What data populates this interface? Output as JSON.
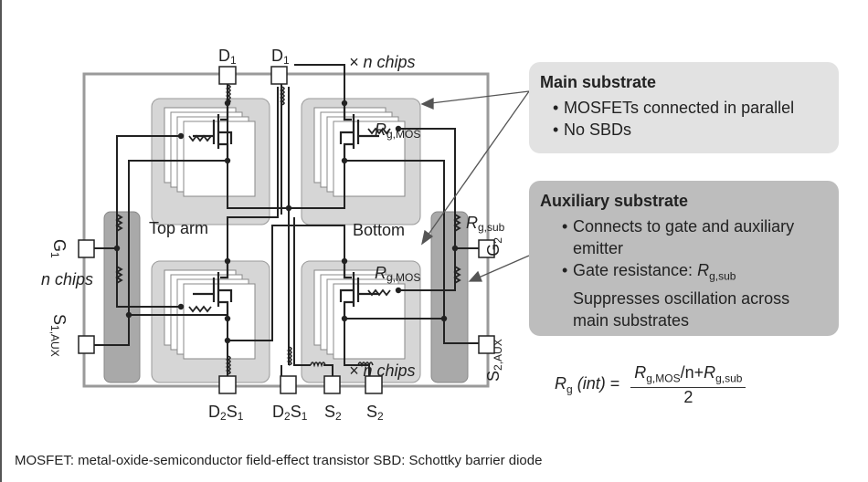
{
  "diagram": {
    "terminals": {
      "d1_left": {
        "main": "D",
        "sub": "1"
      },
      "d1_right": {
        "main": "D",
        "sub": "1"
      },
      "d2s1_left": {
        "main": "D",
        "sub": "2",
        "main2": "S",
        "sub2": "1"
      },
      "d2s1_right": {
        "main": "D",
        "sub": "2",
        "main2": "S",
        "sub2": "1"
      },
      "s2_left": {
        "main": "S",
        "sub": "2"
      },
      "s2_right": {
        "main": "S",
        "sub": "2"
      },
      "g1": {
        "main": "G",
        "sub": "1"
      },
      "s1aux": {
        "main": "S",
        "sub": "1,AUX"
      },
      "g2": {
        "main": "G",
        "sub": "2"
      },
      "s2aux": {
        "main": "S",
        "sub": "2,AUX"
      }
    },
    "labels": {
      "n_chips_top": "× n chips",
      "n_chips_bottom": "× n chips",
      "n_chips_left": "n chips",
      "top_arm": "Top arm",
      "bottom": "Bottom",
      "rg_mos_top": {
        "main": "R",
        "sub": "g,MOS"
      },
      "rg_mos_bottom": {
        "main": "R",
        "sub": "g,MOS"
      },
      "rg_sub": {
        "main": "R",
        "sub": "g,sub"
      }
    },
    "colors": {
      "main_substrate": "#d6d6d6",
      "aux_substrate": "#a9a9a9",
      "frame": "#9a9a9a",
      "wire": "#222222"
    }
  },
  "main_box": {
    "title": "Main substrate",
    "items": [
      "MOSFETs connected in parallel",
      "No SBDs"
    ]
  },
  "aux_box": {
    "title": "Auxiliary substrate",
    "item1": "Connects to gate and auxiliary emitter",
    "item2_prefix": "Gate resistance: ",
    "item2_r": "R",
    "item2_sub": "g,sub",
    "item2_rest": "Suppresses oscillation across main substrates"
  },
  "formula": {
    "lhs_r": "R",
    "lhs_sub": "g",
    "lhs_arg": "(int)",
    "eq": "=",
    "num_r1": "R",
    "num_sub1": "g,MOS",
    "num_mid": "/n+",
    "num_r2": "R",
    "num_sub2": "g,sub",
    "den": "2"
  },
  "footer": "MOSFET: metal-oxide-semiconductor field-effect transistor   SBD: Schottky barrier diode"
}
